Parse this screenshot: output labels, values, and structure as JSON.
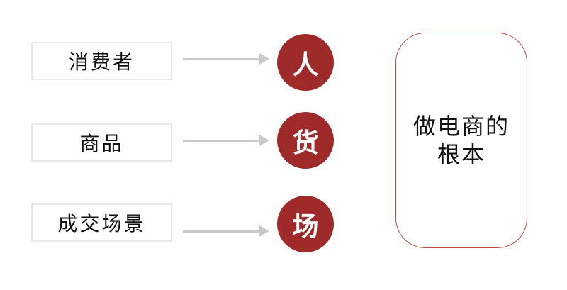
{
  "colors": {
    "background": "#ffffff",
    "text": "#111111",
    "box_border": "#e9e9e9",
    "arrow": "#c9c9c9",
    "circle_fill": "#9e2b2a",
    "circle_text": "#ffffff",
    "panel_border": "#bf4e4b"
  },
  "rows": [
    {
      "label": "消费者",
      "circle": "人"
    },
    {
      "label": "商品",
      "circle": "货"
    },
    {
      "label": "成交场景",
      "circle": "场"
    }
  ],
  "panel": {
    "line1": "做电商的",
    "line2": "根本"
  }
}
